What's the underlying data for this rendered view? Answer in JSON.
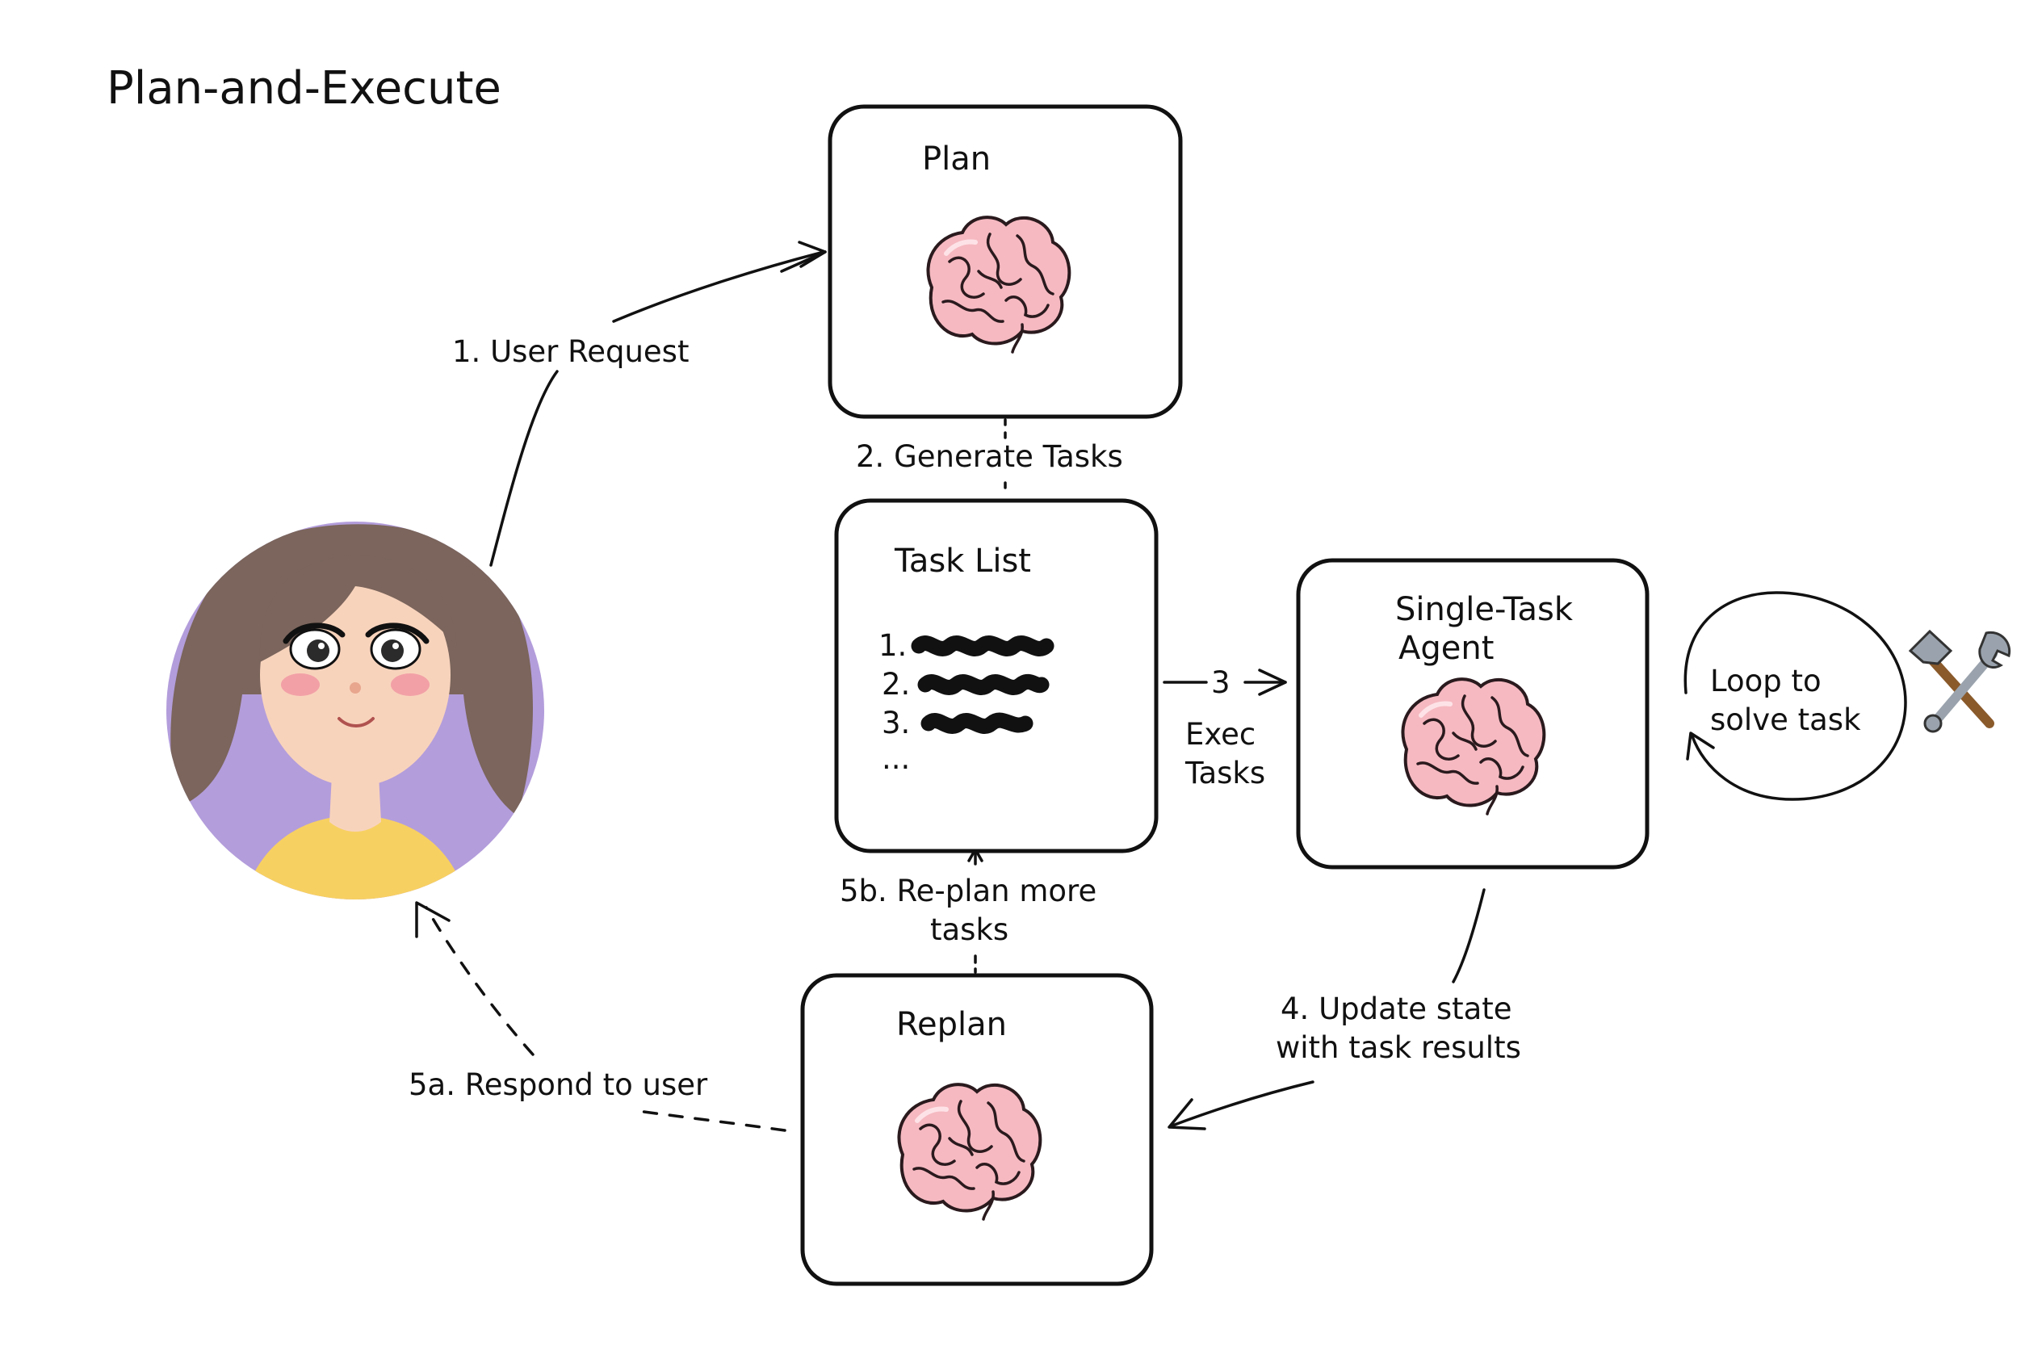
{
  "title": "Plan-and-Execute",
  "nodes": {
    "plan": "Plan",
    "task_list": "Task List",
    "single_task_agent_line1": "Single-Task",
    "single_task_agent_line2": "Agent",
    "replan": "Replan",
    "loop_line1": "Loop to",
    "loop_line2": "solve task"
  },
  "task_items": [
    "1.",
    "2.",
    "3.",
    "..."
  ],
  "edges": {
    "user_request": "1. User Request",
    "generate_tasks": "2. Generate Tasks",
    "exec_number": "3",
    "exec_line1": "Exec",
    "exec_line2": "Tasks",
    "update_line1": "4. Update state",
    "update_line2": "with task results",
    "respond": "5a. Respond to user",
    "replan_more_line1": "5b. Re-plan more",
    "replan_more_line2": "tasks"
  },
  "icons": {
    "user": "user-avatar-icon",
    "brain": "brain-icon",
    "tools": "hammer-wrench-icon"
  },
  "colors": {
    "avatar_bg": "#b39ddb",
    "hair": "#7b655c",
    "skin": "#f8d3bc",
    "shirt": "#f7d062",
    "brain": "#f6b9c1"
  }
}
